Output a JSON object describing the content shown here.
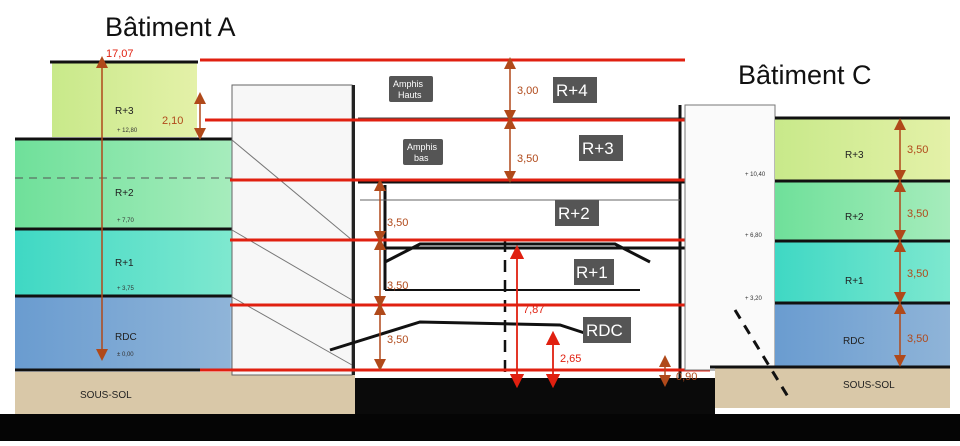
{
  "titles": {
    "building_a": "Bâtiment A",
    "building_c": "Bâtiment C"
  },
  "building_a": {
    "levels": [
      "R+3",
      "R+2",
      "R+1",
      "RDC"
    ],
    "basement": "SOUS-SOL",
    "total_height": "17,07",
    "parapet_height": "2,10",
    "elevations": [
      "+ 12,80",
      "+ 7,70",
      "+ 3,75",
      "± 0,00"
    ]
  },
  "central": {
    "tags": [
      "R+4",
      "R+3",
      "R+2",
      "R+1",
      "RDC"
    ],
    "amphis": {
      "hauts_line1": "Amphis",
      "hauts_line2": "Hauts",
      "bas_line1": "Amphis",
      "bas_line2": "bas"
    },
    "heights": [
      "3,00",
      "3,50",
      "3,50",
      "3,50",
      "3,50"
    ],
    "tall_void": "7,87",
    "mezzanine": "2,65",
    "step": "0,90"
  },
  "building_c": {
    "levels": [
      "R+3",
      "R+2",
      "R+1",
      "RDC"
    ],
    "basement": "SOUS-SOL",
    "heights": [
      "3,50",
      "3,50",
      "3,50",
      "3,50"
    ],
    "elevations": [
      "+ 10,40",
      "+ 6,80",
      "+ 3,20"
    ]
  },
  "colors": {
    "r3": "#dcee9c",
    "r2": "#8fe8b0",
    "r1": "#5fe0c4",
    "rdc": "#7fa8d0",
    "basement": "#d9c8a8",
    "red_line": "#e02010",
    "dim_arrow": "#b0491a",
    "tag_bg": "#555555"
  }
}
